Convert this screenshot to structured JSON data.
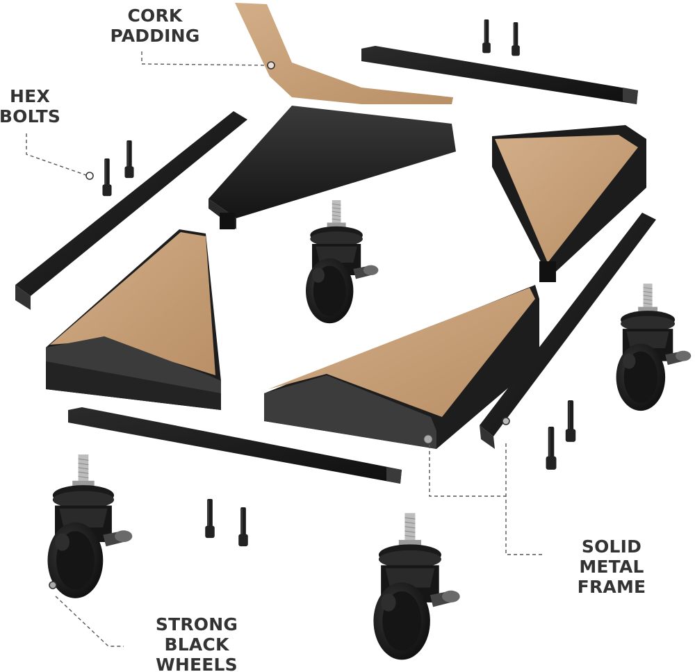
{
  "diagram": {
    "type": "exploded-product-view",
    "subject": "Rolling furniture caster base kit",
    "colors": {
      "background": "#ffffff",
      "label_text": "#333333",
      "metal": "#1e1e1e",
      "metal_highlight": "#4a4a4a",
      "cork": "#c8a27a",
      "callout_line": "#555555"
    },
    "labels": {
      "cork_padding": {
        "line1": "CORK",
        "line2": "PADDING"
      },
      "hex_bolts": {
        "line1": "HEX",
        "line2": "BOLTS"
      },
      "solid_metal_frame": {
        "line1": "SOLID",
        "line2": "METAL FRAME"
      },
      "strong_black_wheels": {
        "line1": "STRONG",
        "line2": "BLACK WHEELS"
      }
    },
    "components": {
      "corner_brackets": 4,
      "square_tube_rails": 4,
      "swivel_casters": 4,
      "hex_bolts": 8,
      "cork_pads": 4
    }
  }
}
